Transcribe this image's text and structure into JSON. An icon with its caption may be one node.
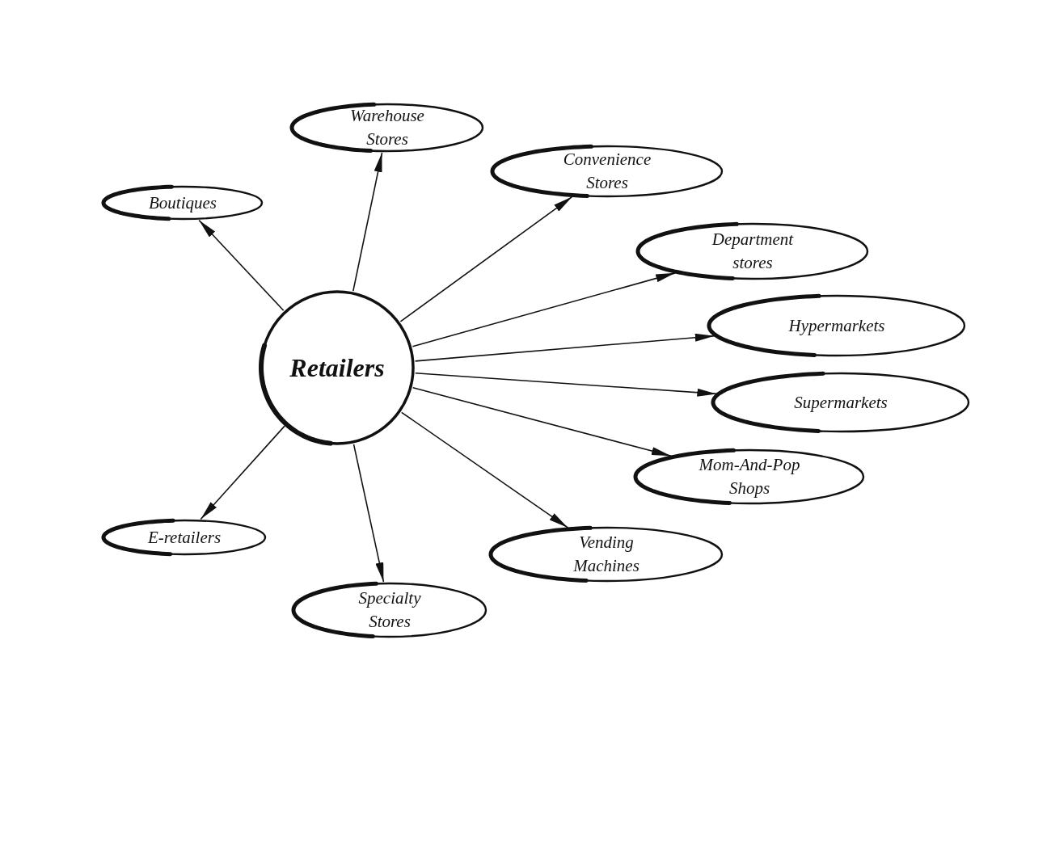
{
  "diagram": {
    "nodes": [
      {
        "text": [
          "Retailers"
        ]
      },
      {
        "text": [
          "Boutiques"
        ]
      },
      {
        "text": [
          "Warehouse Stores"
        ]
      },
      {
        "text": [
          "Convenience Stores"
        ]
      },
      {
        "text": [
          "Department stores"
        ]
      },
      {
        "text": [
          "Hypermarkets"
        ]
      },
      {
        "text": [
          "Supermarkets"
        ]
      },
      {
        "text": [
          "Mom-And-Pop Shops"
        ]
      },
      {
        "text": [
          "Vending Machines"
        ]
      },
      {
        "text": [
          "Specialty Stores"
        ]
      },
      {
        "text": [
          "E-retailers"
        ]
      }
    ],
    "edges": [
      {
        "from": 0,
        "to": 1,
        "arrow": "to"
      },
      {
        "from": 0,
        "to": 2,
        "arrow": "to"
      },
      {
        "from": 0,
        "to": 3,
        "arrow": "to"
      },
      {
        "from": 0,
        "to": 4,
        "arrow": "to"
      },
      {
        "from": 0,
        "to": 5,
        "arrow": "to"
      },
      {
        "from": 0,
        "to": 6,
        "arrow": "to"
      },
      {
        "from": 0,
        "to": 7,
        "arrow": "to"
      },
      {
        "from": 0,
        "to": 8,
        "arrow": "to"
      },
      {
        "from": 0,
        "to": 9,
        "arrow": "to"
      },
      {
        "from": 0,
        "to": 10,
        "arrow": "to"
      }
    ]
  }
}
